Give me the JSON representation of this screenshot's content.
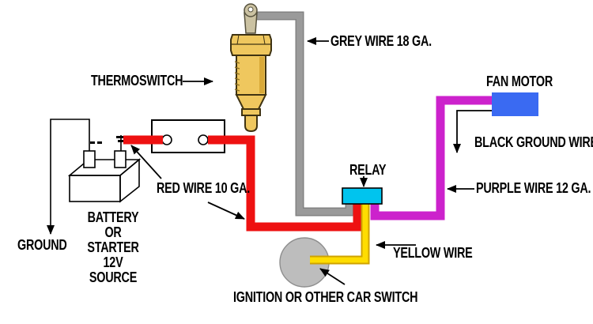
{
  "diagram": {
    "labels": {
      "thermoswitch": "THERMOSWITCH",
      "grey_wire": "GREY WIRE 18 GA.",
      "fan_motor": "FAN MOTOR",
      "black_ground_wire": "BLACK GROUND WIRE",
      "purple_wire": "PURPLE WIRE 12 GA.",
      "relay": "RELAY",
      "yellow_wire": "YELLOW WIRE",
      "red_wire": "RED WIRE 10 GA.",
      "ignition_switch": "IGNITION OR OTHER CAR SWITCH",
      "ground": "GROUND",
      "battery_line1": "BATTERY",
      "battery_line2": "OR STARTER",
      "battery_line3": "12V SOURCE"
    },
    "colors": {
      "background": "#FFFFFF",
      "text": "#000000",
      "red_wire": "#EE1111",
      "grey_wire": "#9A9A9A",
      "grey_wire_edge": "#828282",
      "yellow_wire": "#FFDD00",
      "yellow_wire_edge": "#CFA300",
      "purple_wire": "#CC22CC",
      "relay_body": "#00C4EE",
      "fan_motor": "#3A6AF2",
      "ignition_switch": "#BDBDBD",
      "ignition_switch_edge": "#8E8E8E",
      "brass": "#EFC75E",
      "brass_dark": "#D9A938",
      "brass_outline": "#3F3312",
      "terminal_tan": "#CBC2A2",
      "line_black": "#000000"
    }
  }
}
